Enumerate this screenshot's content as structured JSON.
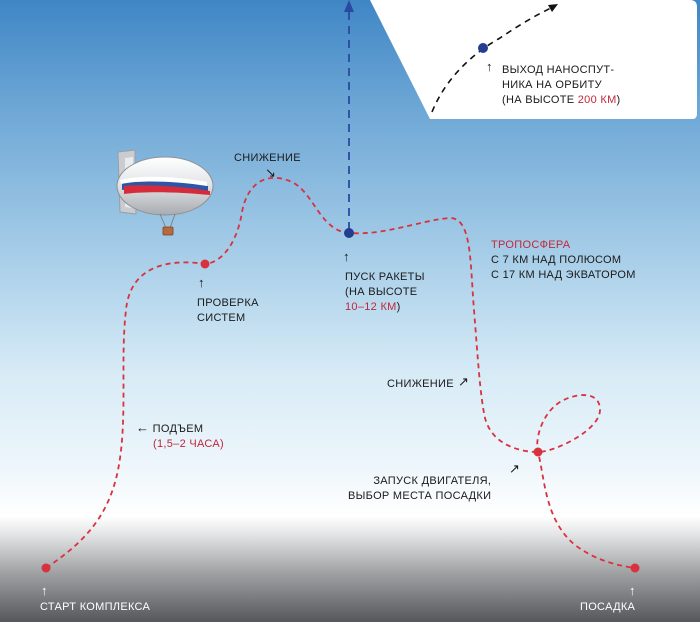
{
  "colors": {
    "sky_top": "#3f86c6",
    "sky_mid": "#cfe6f3",
    "ground": "#5a5d60",
    "path_red": "#d9323f",
    "rocket_blue": "#233e8f",
    "accent_red": "#c0283a"
  },
  "labels": {
    "orbit_line1": "ВЫХОД НАНОСПУТ-",
    "orbit_line2": "НИКА НА ОРБИТУ",
    "orbit_line3_prefix": "(НА ВЫСОТЕ ",
    "orbit_line3_value": "200 КМ",
    "orbit_line3_suffix": ")",
    "descent_top": "СНИЖЕНИЕ",
    "check_line1": "ПРОВЕРКА",
    "check_line2": "СИСТЕМ",
    "launch_line1": "ПУСК РАКЕТЫ",
    "launch_line2": "(НА ВЫСОТЕ",
    "launch_line3_value": "10–12 КМ",
    "launch_line3_suffix": ")",
    "tropo_title": "ТРОПОСФЕРА",
    "tropo_line1": "С 7 КМ НАД ПОЛЮСОМ",
    "tropo_line2": "С 17 КМ НАД ЭКВАТОРОМ",
    "descent_mid": "СНИЖЕНИЕ",
    "ascent_title": "ПОДЪЕМ",
    "ascent_time": "(1,5–2 ЧАСА)",
    "engine_line1": "ЗАПУСК ДВИГАТЕЛЯ,",
    "engine_line2": "ВЫБОР МЕСТА ПОСАДКИ",
    "start": "СТАРТ КОМПЛЕКСА",
    "landing": "ПОСАДКА"
  },
  "icons": {
    "up_arrow": "↑",
    "left_arrow": "←",
    "descent_arrow": "↘",
    "ascent_arrow": "↗"
  }
}
